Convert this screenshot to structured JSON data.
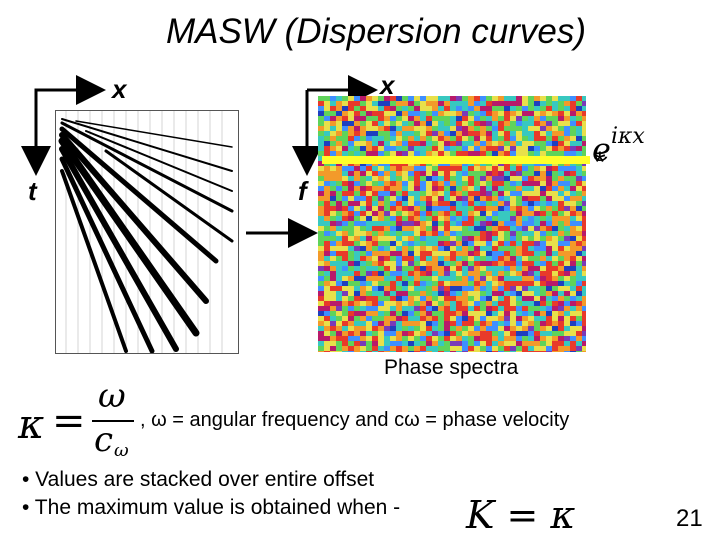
{
  "slide": {
    "title": "MASW (Dispersion curves)",
    "axes": {
      "x_left": "x",
      "x_right": "x",
      "t": "t",
      "f": "f"
    },
    "caption": "Phase spectra",
    "operator": "*",
    "exp_base": "e",
    "exp_power": "iκx",
    "formula": {
      "lhs": "κ",
      "eq": "=",
      "numerator": "ω",
      "denominator_main": "c",
      "denominator_sub": "ω"
    },
    "definition": ", ω = angular frequency and cω = phase velocity",
    "bullets": [
      "• Values are stacked over entire offset",
      "• The maximum value is obtained when -"
    ],
    "condition": {
      "lhs": "K",
      "eq": "=",
      "rhs": "κ"
    },
    "page_number": "21",
    "colors": {
      "highlight": "#ffff2a",
      "arrow": "#000000"
    }
  }
}
